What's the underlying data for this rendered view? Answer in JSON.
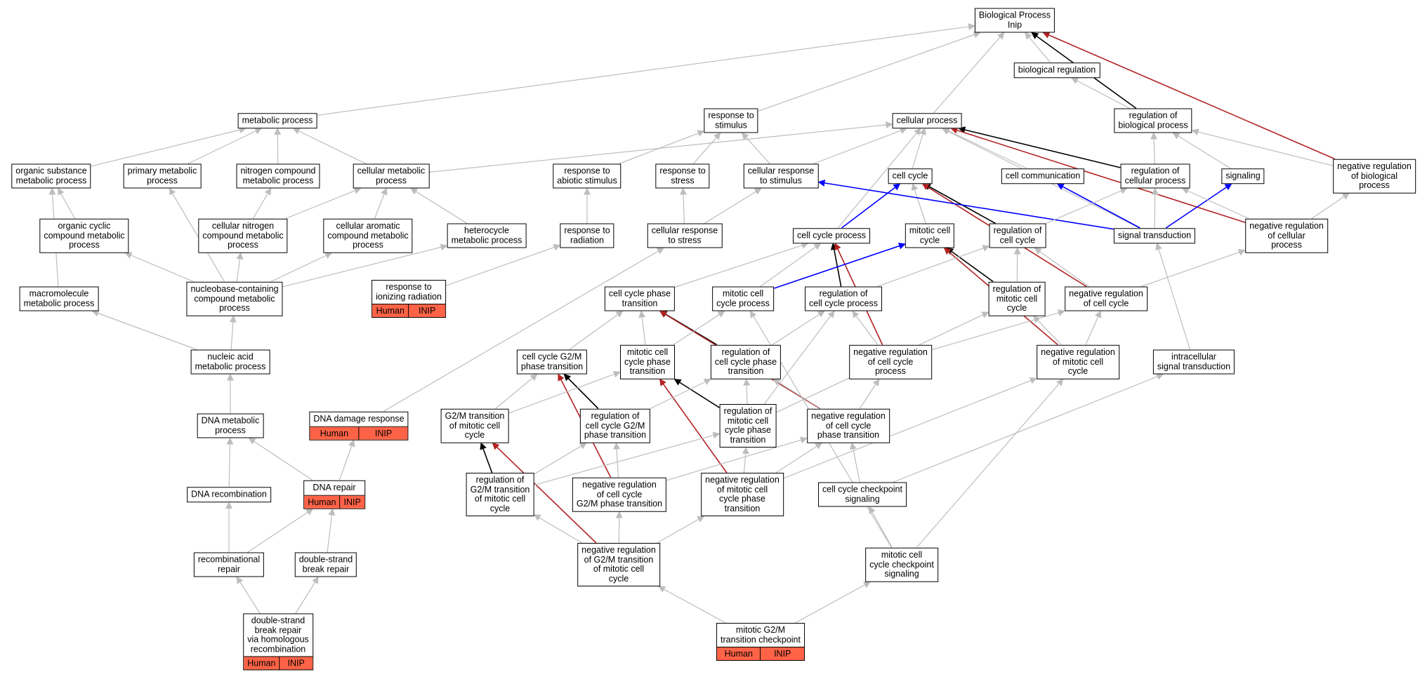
{
  "colors": {
    "grey": "#bdbdbd",
    "black": "#000000",
    "red": "#b22222",
    "blue": "#0000ff",
    "annotation": "#ff6347"
  },
  "nodes": {
    "bp": "Biological Process\nInip",
    "breg": "biological regulation",
    "mp": "metabolic process",
    "rts": "response to\nstimulus",
    "cp": "cellular process",
    "rbp": "regulation of\nbiological process",
    "osmp": "organic substance\nmetabolic process",
    "pmp": "primary metabolic\nprocess",
    "ncmp": "nitrogen compound\nmetabolic process",
    "cmp": "cellular metabolic\nprocess",
    "ras": "response to\nabiotic stimulus",
    "rst": "response to\nstress",
    "crs": "cellular response\nto stimulus",
    "cc": "cell cycle",
    "ccom": "cell communication",
    "rcp": "regulation of\ncellular process",
    "sig": "signaling",
    "nrbp": "negative regulation\nof biological\nprocess",
    "occmp": "organic cyclic\ncompound metabolic\nprocess",
    "cncmp": "cellular nitrogen\ncompound metabolic\nprocess",
    "cacmp": "cellular aromatic\ncompound metabolic\nprocess",
    "hmp": "heterocycle\nmetabolic process",
    "rrad": "response to\nradiation",
    "crst": "cellular response\nto stress",
    "ccp": "cell cycle process",
    "mcc": "mitotic cell\ncycle",
    "rcc": "regulation of\ncell cycle",
    "st": "signal transduction",
    "nrcp": "negative regulation\nof cellular\nprocess",
    "macmp": "macromolecule\nmetabolic process",
    "nbcmp": "nucleobase-containing\ncompound metabolic\nprocess",
    "ccpt": "cell cycle phase\ntransition",
    "mccp": "mitotic cell\ncycle process",
    "rccp": "regulation of\ncell cycle process",
    "rmcc": "regulation of\nmitotic cell\ncycle",
    "nrcc": "negative regulation\nof cell cycle",
    "namp": "nucleic acid\nmetabolic process",
    "g2mpt": "cell cycle G2/M\nphase transition",
    "mccpt": "mitotic cell\ncycle phase\ntransition",
    "rccpt": "regulation of\ncell cycle phase\ntransition",
    "nrccp": "negative regulation\nof cell cycle\nprocess",
    "nrmcc": "negative regulation\nof mitotic cell\ncycle",
    "ist": "intracellular\nsignal transduction",
    "dnamp": "DNA metabolic\nprocess",
    "g2mt": "G2/M transition\nof mitotic cell\ncycle",
    "rg2mpt": "regulation of\ncell cycle G2/M\nphase transition",
    "rmccpt": "regulation of\nmitotic cell\ncycle phase\ntransition",
    "nrccpt": "negative regulation\nof cell cycle\nphase transition",
    "dnarec": "DNA recombination",
    "rg2mt": "regulation of\nG2/M transition\nof mitotic cell\ncycle",
    "nrg2mpt": "negative regulation\nof cell cycle\nG2/M phase transition",
    "nrmccpt": "negative regulation\nof mitotic cell\ncycle phase\ntransition",
    "cccs": "cell cycle checkpoint\nsignaling",
    "rrep": "recombinational\nrepair",
    "dsbr": "double-strand\nbreak repair",
    "nrg2mt": "negative regulation\nof G2/M transition\nof mitotic cell\ncycle",
    "mcccs": "mitotic cell\ncycle checkpoint\nsignaling"
  },
  "annotated": {
    "rir": {
      "label": "response to\nionizing radiation",
      "tags": [
        "Human",
        "INIP"
      ]
    },
    "ddr": {
      "label": "DNA damage response",
      "tags": [
        "Human",
        "INIP"
      ]
    },
    "dnarep": {
      "label": "DNA repair",
      "tags": [
        "Human",
        "INIP"
      ]
    },
    "dsbrhr": {
      "label": "double-strand\nbreak repair\nvia homologous\nrecombination",
      "tags": [
        "Human",
        "INIP"
      ]
    },
    "mg2mc": {
      "label": "mitotic G2/M\ntransition checkpoint",
      "tags": [
        "Human",
        "INIP"
      ]
    }
  }
}
